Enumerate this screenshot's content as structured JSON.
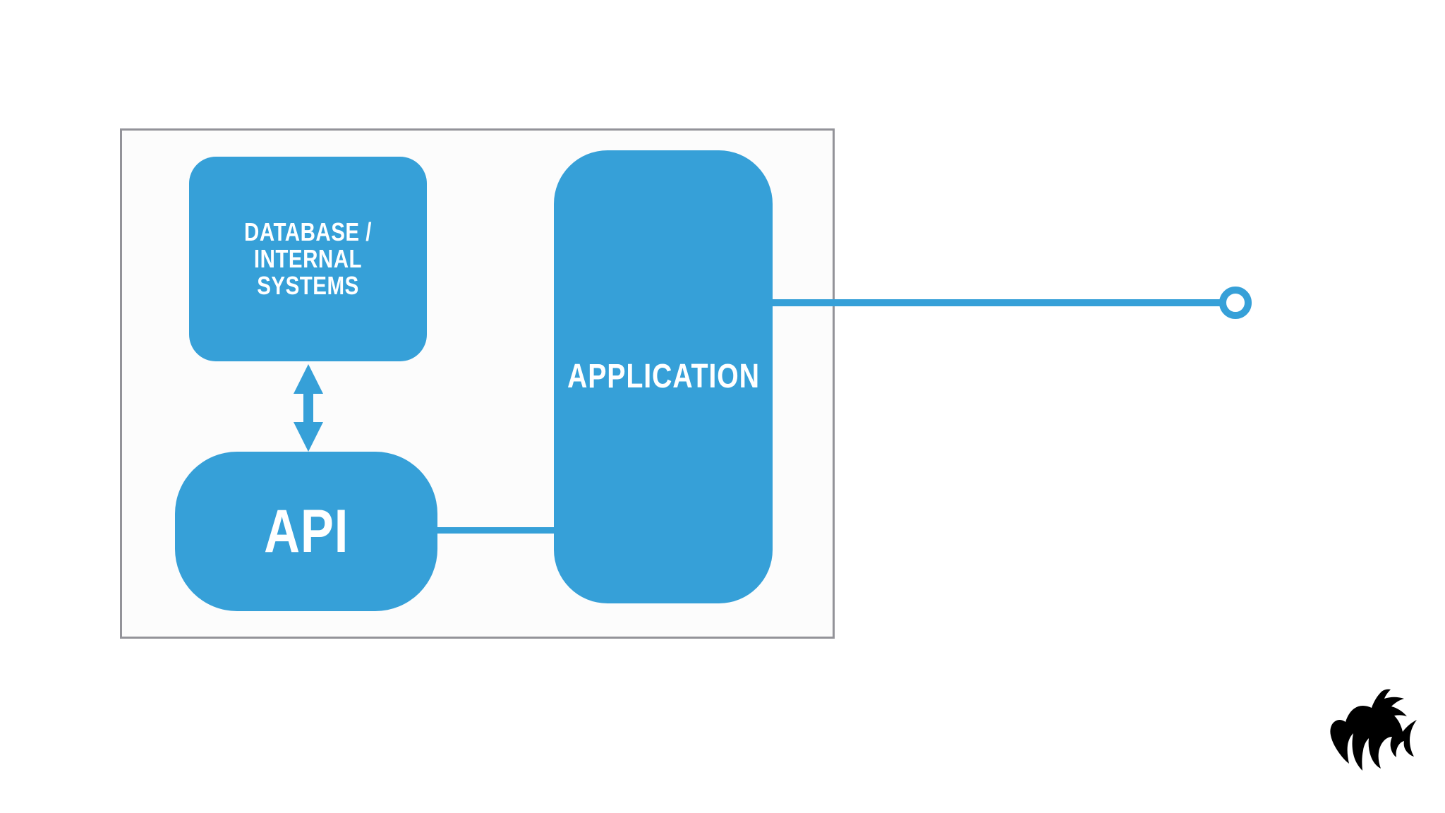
{
  "diagram": {
    "title": "Application architecture diagram",
    "type": "block-diagram",
    "background_color": "#ffffff",
    "accent_color": "#36A0D8",
    "frame_border_color": "#939399",
    "frame_fill_color": "#fcfcfc",
    "label_color": "#ffffff",
    "logo_color": "#000000"
  },
  "frame": {
    "name": "system-boundary",
    "label": ""
  },
  "nodes": [
    {
      "id": "database",
      "label": "DATABASE / INTERNAL\nSYSTEMS",
      "shape": "rounded-rectangle",
      "fill": "#36A0D8"
    },
    {
      "id": "api",
      "label": "API",
      "shape": "pill",
      "fill": "#36A0D8"
    },
    {
      "id": "application",
      "label": "APPLICATION",
      "shape": "rounded-rectangle-tall",
      "fill": "#36A0D8"
    }
  ],
  "connectors": [
    {
      "id": "database-api",
      "from": "database",
      "to": "api",
      "style": "double-headed-arrow",
      "direction": "bidirectional",
      "orientation": "vertical",
      "color": "#36A0D8"
    },
    {
      "id": "api-application",
      "from": "api",
      "to": "application",
      "style": "line",
      "direction": "none",
      "orientation": "horizontal",
      "color": "#36A0D8"
    },
    {
      "id": "application-external",
      "from": "application",
      "to": "external-endpoint",
      "style": "line-with-ring-endpoint",
      "direction": "none",
      "orientation": "horizontal",
      "color": "#36A0D8"
    }
  ],
  "endpoint": {
    "id": "external-endpoint",
    "label": "",
    "shape": "ring",
    "color": "#36A0D8"
  },
  "logo": {
    "name": "claw-logo",
    "label": "",
    "color": "#000000"
  }
}
